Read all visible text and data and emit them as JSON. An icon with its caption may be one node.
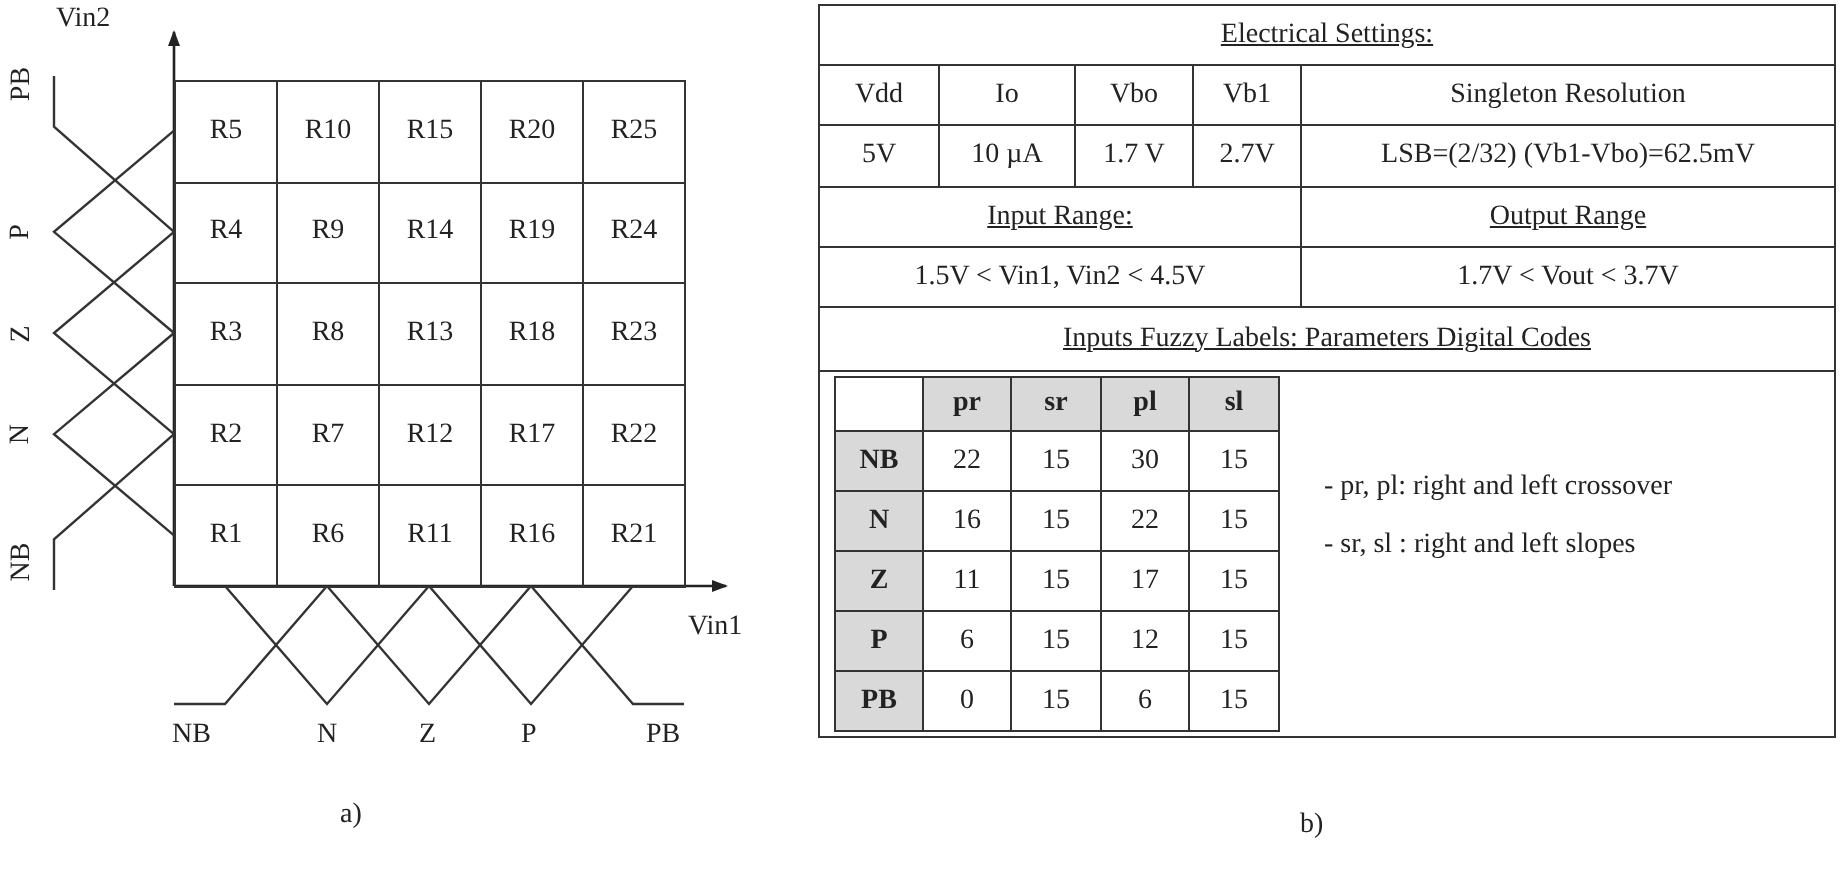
{
  "diagram": {
    "nodes": [
      {
        "text": [
          "R5"
        ]
      },
      {
        "text": [
          "R10"
        ]
      },
      {
        "text": [
          "R15"
        ]
      },
      {
        "text": [
          "R20"
        ]
      },
      {
        "text": [
          "R25"
        ]
      },
      {
        "text": [
          "R4"
        ]
      },
      {
        "text": [
          "R9"
        ]
      },
      {
        "text": [
          "R14"
        ]
      },
      {
        "text": [
          "R19"
        ]
      },
      {
        "text": [
          "R24"
        ]
      },
      {
        "text": [
          "R3"
        ]
      },
      {
        "text": [
          "R8"
        ]
      },
      {
        "text": [
          "R13"
        ]
      },
      {
        "text": [
          "R18"
        ]
      },
      {
        "text": [
          "R23"
        ]
      },
      {
        "text": [
          "R2"
        ]
      },
      {
        "text": [
          "R7"
        ]
      },
      {
        "text": [
          "R12"
        ]
      },
      {
        "text": [
          "R17"
        ]
      },
      {
        "text": [
          "R22"
        ]
      },
      {
        "text": [
          "R1"
        ]
      },
      {
        "text": [
          "R6"
        ]
      },
      {
        "text": [
          "R11"
        ]
      },
      {
        "text": [
          "R16"
        ]
      },
      {
        "text": [
          "R21"
        ]
      }
    ],
    "labels": [
      "Vin2",
      "PB",
      "P",
      "Z",
      "N",
      "NB",
      "Vin1",
      "NB",
      "N",
      "Z",
      "P",
      "PB",
      "a)",
      "Electrical Settings:",
      "Vdd",
      "Io",
      "Vbo",
      "Vb1",
      "Singleton Resolution",
      "5V",
      "10 µA",
      "1.7 V",
      "2.7V",
      "LSB=(2/32) (Vb1-Vbo)=62.5mV",
      "Input Range:",
      "Output Range",
      "1.5V < Vin1, Vin2 < 4.5V",
      "1.7V < Vout < 3.7V",
      "Inputs Fuzzy Labels: Parameters Digital Codes",
      "pr",
      "sr",
      "pl",
      "sl",
      "NB",
      "22",
      "15",
      "30",
      "15",
      "N",
      "16",
      "15",
      "22",
      "15",
      "Z",
      "11",
      "15",
      "17",
      "15",
      "P",
      "6",
      "15",
      "12",
      "15",
      "PB",
      "0",
      "15",
      "6",
      "15",
      "- pr, pl: right and left crossover",
      "- sr, sl : right and left slopes",
      "b)"
    ]
  }
}
